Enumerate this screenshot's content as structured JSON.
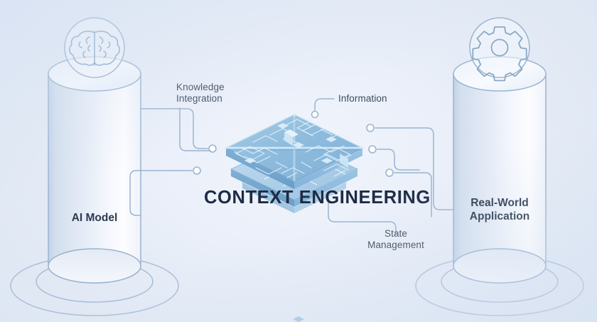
{
  "diagram": {
    "title": "CONTEXT ENGINEERING",
    "background_color": "#e6ecf7",
    "accent_color": "#8fb9d9",
    "line_color": "#9ab4cf",
    "text_color": "#3d4b5c",
    "title_color": "#1d2b44"
  },
  "nodes": {
    "left_cylinder": {
      "label": "AI Model",
      "icon": "brain-icon"
    },
    "right_cylinder": {
      "label": "Real-World\nApplication",
      "icon": "gear-icon"
    },
    "center_chip": {
      "name": "isometric-circuit-chip",
      "layers": 3,
      "quadrants": 4
    }
  },
  "callouts": [
    {
      "id": "knowledge-integration",
      "label": "Knowledge\nIntegration",
      "position": "top-left"
    },
    {
      "id": "information",
      "label": "Information",
      "position": "top-right"
    },
    {
      "id": "state-management",
      "label": "State\nManagement",
      "position": "bottom-right"
    }
  ],
  "connectors": {
    "left_count": 2,
    "right_count": 3,
    "node_dot_color": "#ffffff",
    "node_ring_color": "#9ab4cf"
  }
}
